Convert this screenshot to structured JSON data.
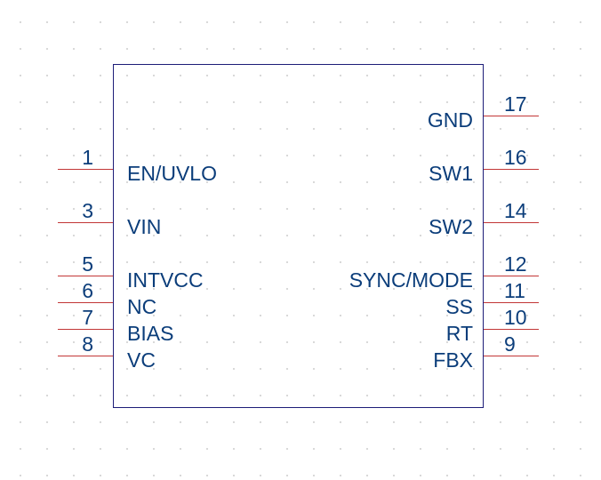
{
  "colors": {
    "background": "#ffffff",
    "grid_dot": "#cfcfcf",
    "body_outline": "#1d1d78",
    "pin_line": "#c23737",
    "text": "#0b3d7a"
  },
  "pins_left": [
    {
      "number": "1",
      "name": "EN/UVLO"
    },
    {
      "number": "3",
      "name": "VIN"
    },
    {
      "number": "5",
      "name": "INTVCC"
    },
    {
      "number": "6",
      "name": "NC"
    },
    {
      "number": "7",
      "name": "BIAS"
    },
    {
      "number": "8",
      "name": "VC"
    }
  ],
  "pins_right": [
    {
      "number": "17",
      "name": "GND"
    },
    {
      "number": "16",
      "name": "SW1"
    },
    {
      "number": "14",
      "name": "SW2"
    },
    {
      "number": "12",
      "name": "SYNC/MODE"
    },
    {
      "number": "11",
      "name": "SS"
    },
    {
      "number": "10",
      "name": "RT"
    },
    {
      "number": "9",
      "name": "FBX"
    }
  ]
}
